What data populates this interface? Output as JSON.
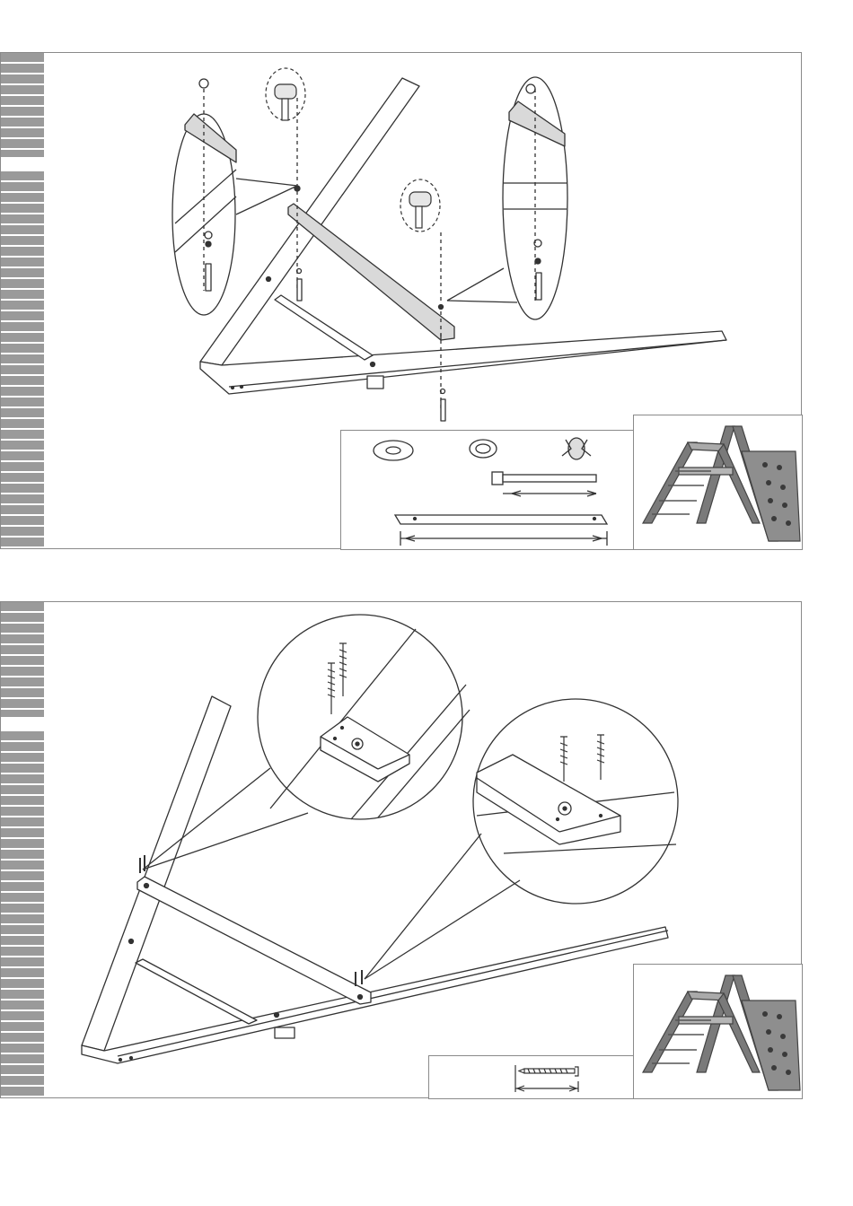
{
  "page": {
    "steps": [
      {
        "id": "step-a",
        "hardware": [
          "flat-washer",
          "spring-washer",
          "t-nut",
          "bolt",
          "beam"
        ]
      },
      {
        "id": "step-b",
        "hardware": [
          "wood-screw"
        ]
      }
    ],
    "colors": {
      "line": "#333333",
      "frame": "#8a8a8a",
      "tab": "#9a9a9a",
      "beam_fill": "#d9d9d9",
      "product": "#6f6f6f"
    },
    "icons": [
      "hammer-icon",
      "washer-icon",
      "spring-washer-icon",
      "t-nut-icon",
      "bolt-icon",
      "screw-icon",
      "climbing-frame-preview"
    ]
  }
}
